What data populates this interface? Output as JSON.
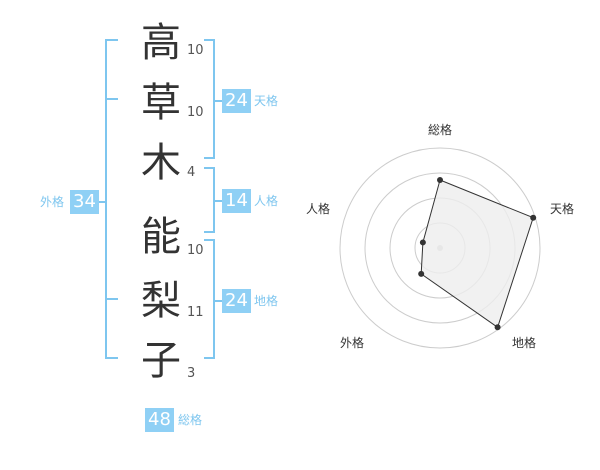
{
  "name": {
    "chars": [
      {
        "char": "高",
        "strokes": 10
      },
      {
        "char": "草",
        "strokes": 10
      },
      {
        "char": "木",
        "strokes": 4
      },
      {
        "char": "能",
        "strokes": 10
      },
      {
        "char": "梨",
        "strokes": 11
      },
      {
        "char": "子",
        "strokes": 3
      }
    ]
  },
  "fortunes": {
    "tenkaku": {
      "label": "天格",
      "value": 24
    },
    "jinkaku": {
      "label": "人格",
      "value": 14
    },
    "chikaku": {
      "label": "地格",
      "value": 24
    },
    "gaikaku": {
      "label": "外格",
      "value": 34
    },
    "soukaku": {
      "label": "総格",
      "value": 48
    }
  },
  "colors": {
    "bracket": "#7ec6ef",
    "badge": "#8fd0f5",
    "radar_fill": "#eeeeee",
    "radar_stroke": "#333333"
  },
  "chart_data": {
    "type": "radar",
    "axes": [
      "総格",
      "天格",
      "地格",
      "外格",
      "人格"
    ],
    "values": [
      0.68,
      0.98,
      0.98,
      0.32,
      0.18
    ],
    "range": [
      0,
      1
    ],
    "rings": 4
  }
}
